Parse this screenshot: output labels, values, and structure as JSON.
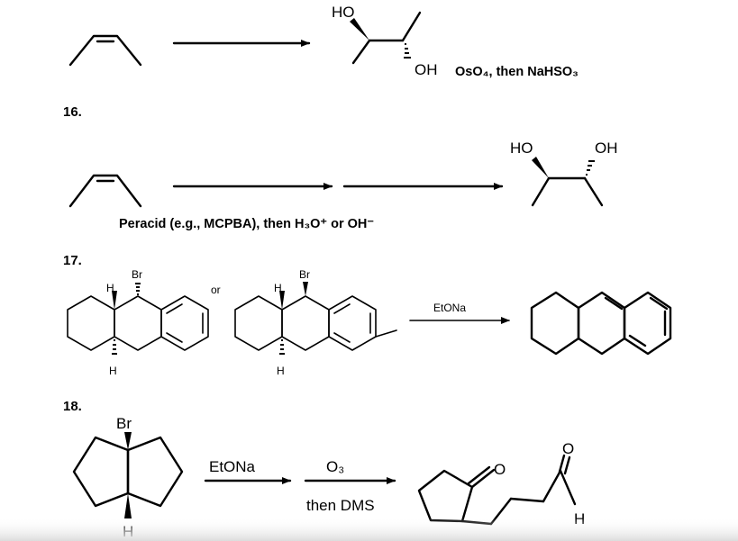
{
  "problem_16": {
    "number": "16.",
    "top_reagent": "OsO₄, then NaHSO₃",
    "top_label_ho": "HO",
    "top_label_oh": "OH",
    "product_label_ho": "HO",
    "product_label_oh": "OH",
    "reagent": "Peracid (e.g., MCPBA), then H₃O⁺ or OH⁻"
  },
  "problem_17": {
    "number": "17.",
    "left_br": "Br",
    "left_h_top": "H",
    "left_h_bottom": "H",
    "or_text": "or",
    "right_br": "Br",
    "right_h_top": "H",
    "right_h_bottom": "H",
    "reagent": "EtONa"
  },
  "problem_18": {
    "number": "18.",
    "br_label": "Br",
    "h_label": "H",
    "reagent_1": "EtONa",
    "reagent_2_top": "O₃",
    "reagent_2_bottom": "then DMS",
    "ketone_o": "O",
    "aldehyde_o": "O",
    "aldehyde_h": "H"
  }
}
